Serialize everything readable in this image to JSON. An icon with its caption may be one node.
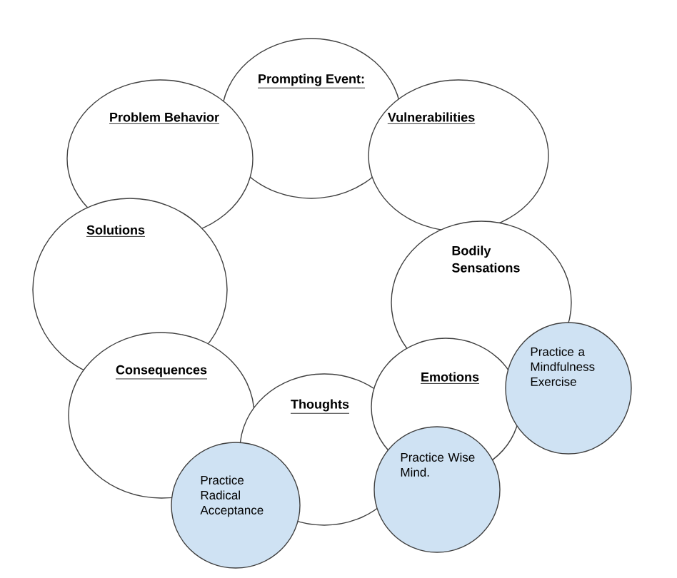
{
  "diagram": {
    "nodes": [
      {
        "text": [
          "Prompting Event:"
        ]
      },
      {
        "text": [
          "Problem Behavior"
        ]
      },
      {
        "text": [
          "Vulnerabilities"
        ]
      },
      {
        "text": [
          "Solutions"
        ]
      },
      {
        "text": [
          "Bodily Sensations"
        ]
      },
      {
        "text": [
          "Emotions"
        ]
      },
      {
        "text": [
          "Practice a Mindfulness Exercise"
        ]
      },
      {
        "text": [
          "Consequences"
        ]
      },
      {
        "text": [
          "Thoughts"
        ]
      },
      {
        "text": [
          "Practice Wise Mind."
        ]
      },
      {
        "text": [
          "Practice Radical Acceptance"
        ]
      }
    ],
    "edges": []
  }
}
